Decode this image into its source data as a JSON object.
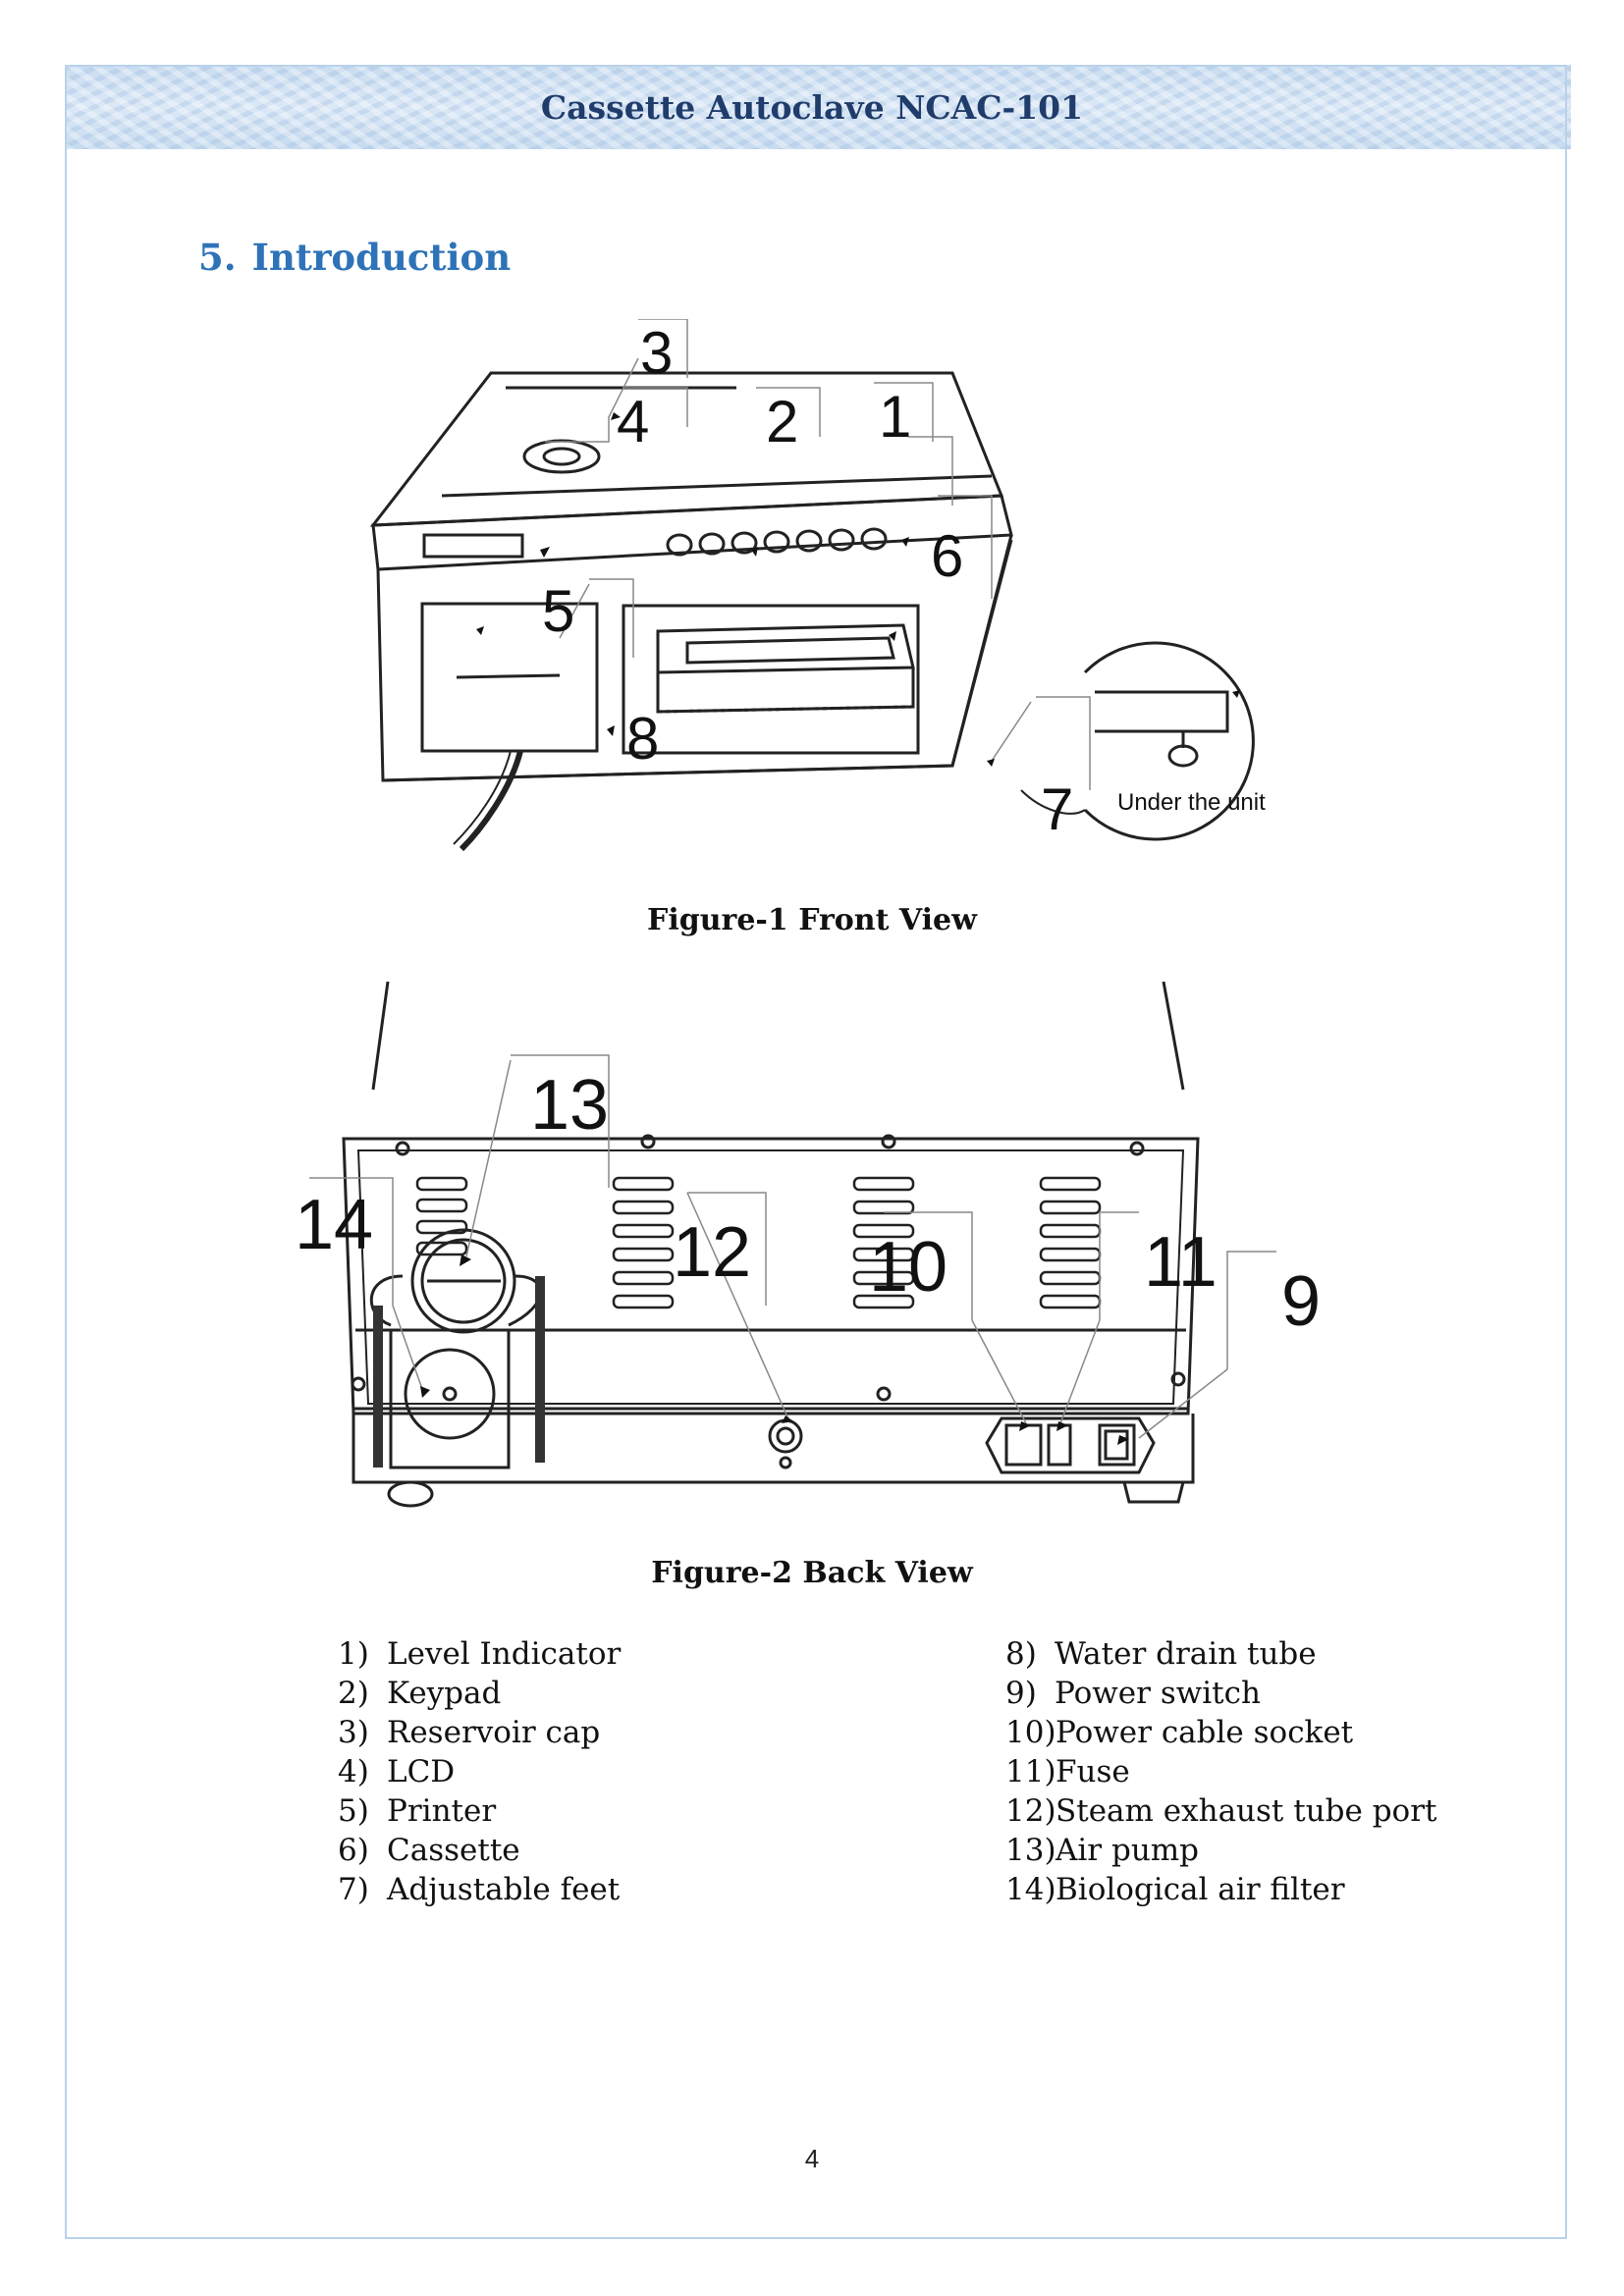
{
  "header": {
    "title": "Cassette Autoclave NCAC-101"
  },
  "section": {
    "number": "5.",
    "title": "Introduction"
  },
  "figure1": {
    "caption": "Figure-1 Front View",
    "callouts": [
      "1",
      "2",
      "3",
      "4",
      "5",
      "6",
      "7",
      "8"
    ],
    "inset_label": "Under the unit"
  },
  "figure2": {
    "caption": "Figure-2 Back View",
    "callouts": [
      "9",
      "10",
      "11",
      "12",
      "13",
      "14"
    ]
  },
  "parts_left": [
    {
      "n": "1)",
      "label": "Level Indicator"
    },
    {
      "n": "2)",
      "label": "Keypad"
    },
    {
      "n": "3)",
      "label": "Reservoir cap"
    },
    {
      "n": "4)",
      "label": "LCD"
    },
    {
      "n": "5)",
      "label": "Printer"
    },
    {
      "n": "6)",
      "label": "Cassette"
    },
    {
      "n": "7)",
      "label": "Adjustable feet"
    }
  ],
  "parts_right": [
    {
      "n": "8)",
      "label": "Water drain tube"
    },
    {
      "n": "9)",
      "label": "Power switch"
    },
    {
      "n": "10)",
      "label": "Power cable socket"
    },
    {
      "n": "11)",
      "label": "Fuse"
    },
    {
      "n": "12)",
      "label": "Steam exhaust tube port"
    },
    {
      "n": "13)",
      "label": "Air pump"
    },
    {
      "n": "14)",
      "label": "Biological air filter"
    }
  ],
  "page_number": "4"
}
